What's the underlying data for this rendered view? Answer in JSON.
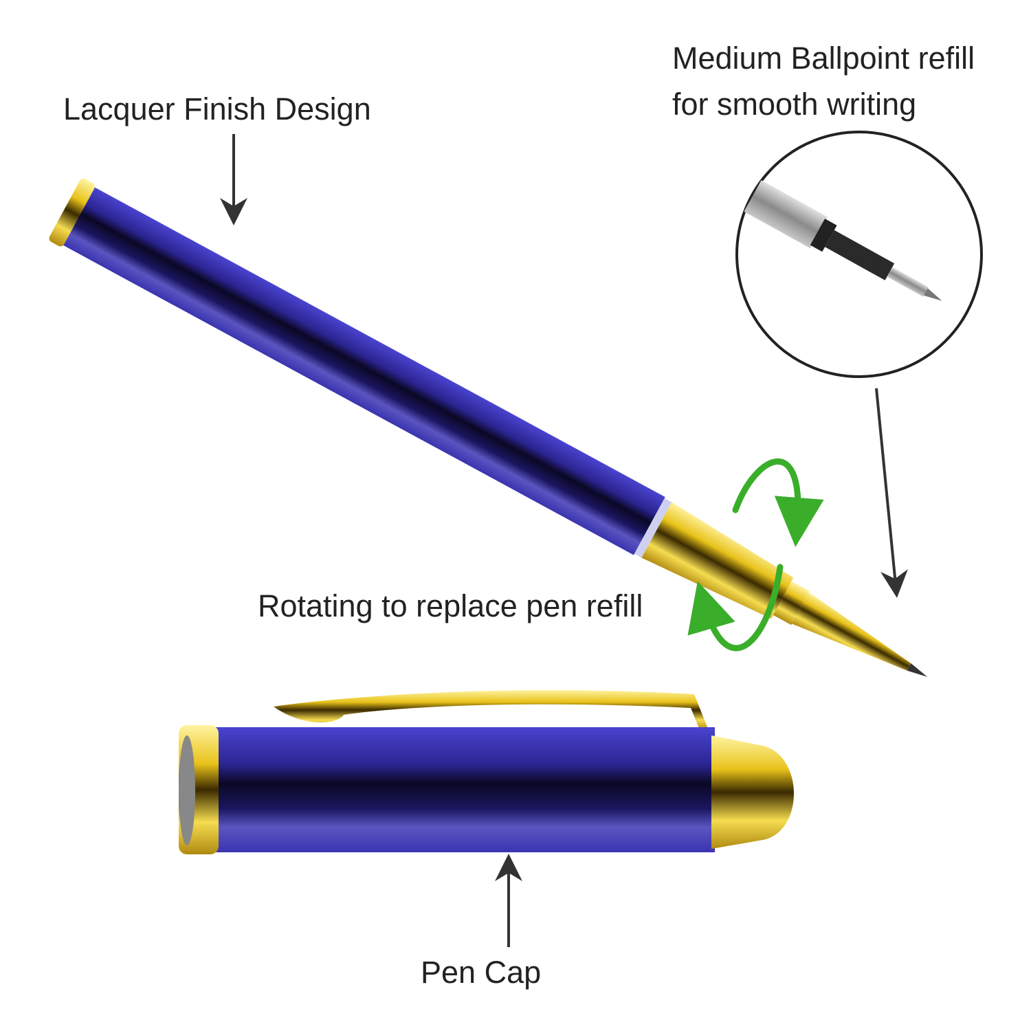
{
  "labels": {
    "lacquer": "Lacquer Finish Design",
    "refill_line1": "Medium Ballpoint refill",
    "refill_line2": "for smooth writing",
    "rotating": "Rotating to replace pen refill",
    "cap": "Pen Cap"
  },
  "colors": {
    "body_blue": "#3b35b8",
    "body_dark": "#0d0a30",
    "gold": "#e8c21a",
    "arrow_green": "#3aae2a",
    "text": "#222222"
  }
}
